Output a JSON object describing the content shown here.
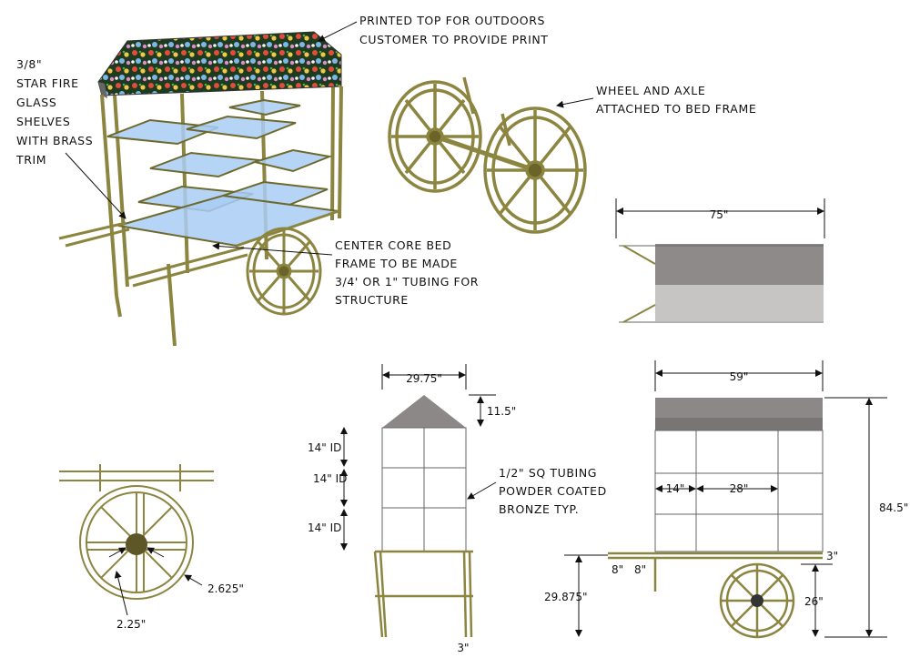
{
  "colors": {
    "frame_bronze": "#8b8540",
    "frame_dark": "#5f5a24",
    "glass": "#a9cdf4",
    "roof_gray": "#8c8888",
    "roof_gray_dark": "#7a7575",
    "panel_mid": "#8f8a8a",
    "panel_light": "#c7c4c4",
    "hub": "#5d5626"
  },
  "annotations": {
    "printed_top": [
      "PRINTED TOP FOR OUTDOORS",
      "CUSTOMER TO PROVIDE PRINT"
    ],
    "glass_shelves": [
      "3/8\"",
      "STAR FIRE",
      "GLASS",
      "SHELVES",
      "WITH BRASS",
      "TRIM"
    ],
    "wheel_axle": [
      "WHEEL AND AXLE",
      "ATTACHED TO BED FRAME"
    ],
    "center_core": [
      "CENTER CORE BED",
      "FRAME TO BE MADE",
      "3/4' OR 1\" TUBING FOR",
      "STRUCTURE"
    ],
    "tubing": [
      "1/2\" SQ TUBING",
      "POWDER COATED",
      "BRONZE TYP."
    ]
  },
  "dimensions": {
    "top_width": "75\"",
    "side_width": "59\"",
    "front_width": "29.75\"",
    "roof_height": "11.5\"",
    "shelf_1": "14\" ID",
    "shelf_2": "14\" ID",
    "shelf_3": "14\" ID",
    "total_height": "84.5\"",
    "bay_small": "14\"",
    "bay_large": "28\"",
    "handle_left": "8\"",
    "handle_right": "8\"",
    "frame_offset": "3\"",
    "wheel_height": "26\"",
    "bed_height": "29.875\"",
    "leg_bottom": "3\"",
    "hub_outer": "2.625\"",
    "hub_inner": "2.25\""
  }
}
